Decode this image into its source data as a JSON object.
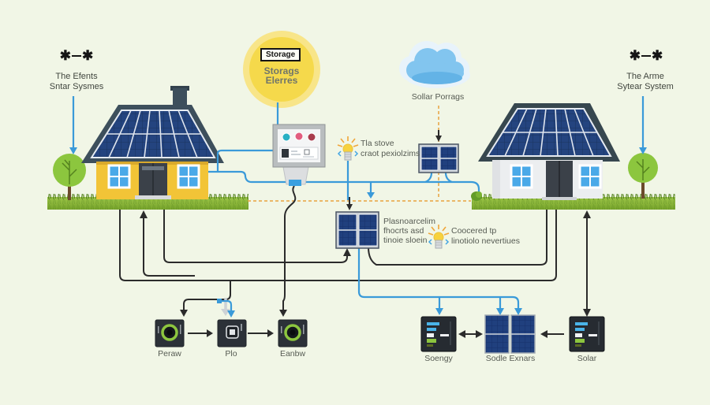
{
  "titles": {
    "left": "The Efents\nSntar Sysmes",
    "right": "The Arme\nSytear System"
  },
  "storage": {
    "badge": "Storage",
    "label": "Storags\nElerres"
  },
  "cloud": {
    "label": "Sollar Porrags"
  },
  "notes": {
    "inverter_note": "Tla stove\ncraot pexiolzims",
    "panel_note": "Plasnoarcelim\nfhocrts asd\ntinoie sloein",
    "connection_note": "Coocered tp\nlinotiolo nevertiues"
  },
  "devices": {
    "left": [
      {
        "label": "Peraw"
      },
      {
        "label": "Plo"
      },
      {
        "label": "Eanbw"
      }
    ],
    "right": [
      {
        "label": "Soengy"
      },
      {
        "label": "Sodle Exnars"
      },
      {
        "label": "Solar"
      }
    ]
  },
  "icons": {
    "star": "✱"
  },
  "colors": {
    "wire_blue": "#3a9ad9",
    "wire_black": "#2b2b2b",
    "dashed_orange": "#e8a23e",
    "grass_green": "#8cba36",
    "house_yellow": "#f2c437",
    "house_gray": "#eceef0",
    "roof_slate": "#3d4f5c",
    "panel_navy": "#20407e",
    "accent_green": "#8dc63f",
    "storage_yellow": "#f5d94b",
    "cloud_blue": "#82c5ef"
  }
}
